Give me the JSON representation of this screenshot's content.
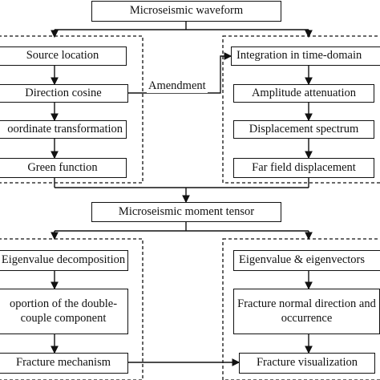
{
  "top": {
    "waveform": "Microseismic waveform"
  },
  "left_group": {
    "source_location": "Source location",
    "direction_cosine": "Direction cosine",
    "coordinate_transformation": "oordinate transformation",
    "green_function": "Green function"
  },
  "right_group": {
    "integration": "Integration in time-domain",
    "amplitude": "Amplitude attenuation",
    "displacement_spectrum": "Displacement spectrum",
    "far_field": "Far field displacement"
  },
  "amendment": "Amendment",
  "middle": {
    "moment_tensor": "Microseismic moment tensor"
  },
  "bottom_left": {
    "eigenvalue_decomposition": "Eigenvalue decomposition",
    "proportion": "oportion of the double-couple component",
    "fracture_mechanism": "Fracture mechanism"
  },
  "bottom_right": {
    "eigenvalue_eigenvector": "Eigenvalue & eigenvectors",
    "fracture_normal": "Fracture normal direction and occurrence",
    "fracture_visualization": "Fracture visualization"
  }
}
